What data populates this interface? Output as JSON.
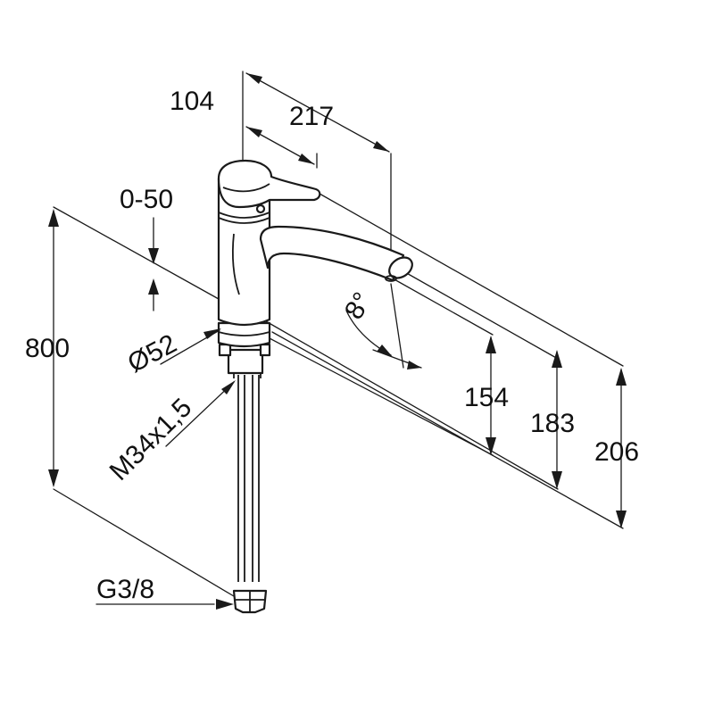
{
  "dimensions": {
    "handle_reach": "104",
    "spout_reach": "217",
    "deck_thickness": "0-50",
    "total_height": "800",
    "base_diameter": "Ø52",
    "thread": "M34x1,5",
    "hose_connection": "G3/8",
    "spout_angle": "8°",
    "outlet_height": "154",
    "spout_top_height": "183",
    "handle_height": "206"
  },
  "colors": {
    "line": "#1a1a1a",
    "background": "#ffffff"
  }
}
